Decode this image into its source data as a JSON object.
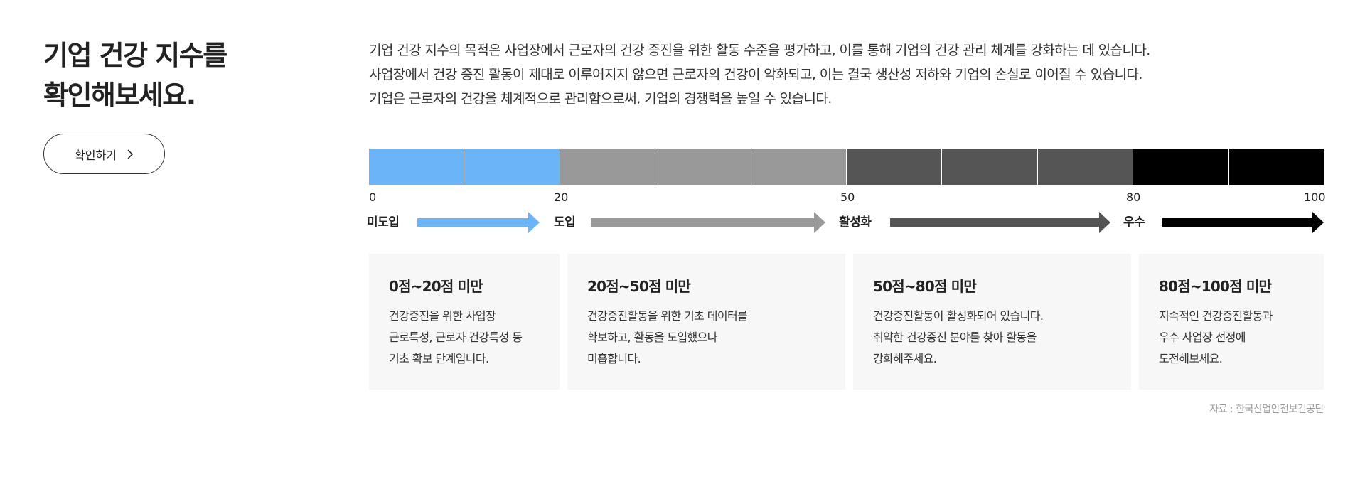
{
  "header": {
    "title_line1": "기업 건강 지수를",
    "title_line2": "확인해보세요.",
    "check_button": "확인하기"
  },
  "description": [
    "기업 건강 지수의 목적은 사업장에서 근로자의 건강 증진을 위한 활동 수준을 평가하고, 이를 통해 기업의 건강 관리 체계를 강화하는 데 있습니다.",
    "사업장에서 건강 증진 활동이 제대로 이루어지지 않으면 근로자의 건강이 악화되고, 이는 결국 생산성 저하와 기업의 손실로 이어질 수 있습니다.",
    "기업은 근로자의 건강을 체계적으로 관리함으로써, 기업의 경쟁력을 높일 수 있습니다."
  ],
  "scale": {
    "ticks": [
      "0",
      "20",
      "50",
      "80",
      "100"
    ],
    "stages": [
      {
        "label": "미도입",
        "color": "#6ab4f7"
      },
      {
        "label": "도입",
        "color": "#999999"
      },
      {
        "label": "활성화",
        "color": "#555555"
      },
      {
        "label": "우수",
        "color": "#000000"
      }
    ]
  },
  "cards": [
    {
      "title": "0점~20점 미만",
      "body": "건강증진을 위한 사업장\n근로특성, 근로자 건강특성 등\n기초 확보 단계입니다."
    },
    {
      "title": "20점~50점 미만",
      "body": "건강증진활동을 위한 기초 데이터를\n확보하고, 활동을 도입했으나\n미흡합니다."
    },
    {
      "title": "50점~80점 미만",
      "body": "건강증진활동이 활성화되어 있습니다.\n취약한 건강증진 분야를 찾아 활동을\n강화해주세요."
    },
    {
      "title": "80점~100점 미만",
      "body": "지속적인 건강증진활동과\n우수 사업장 선정에\n도전해보세요."
    }
  ],
  "source": "자료 : 한국산업안전보건공단"
}
